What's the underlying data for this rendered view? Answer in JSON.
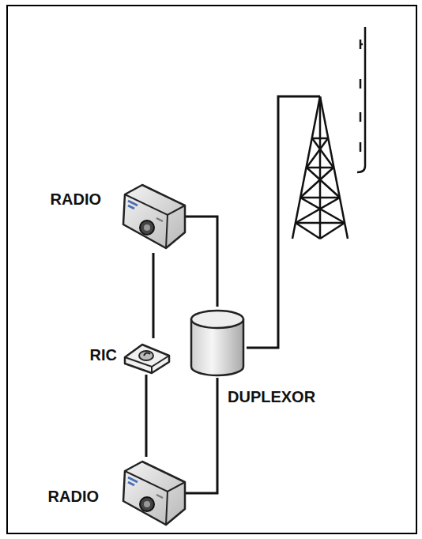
{
  "diagram": {
    "nodes": [
      {
        "text": [
          "RADIO"
        ]
      },
      {
        "text": [
          "RIC"
        ]
      },
      {
        "text": [
          "DUPLEXOR"
        ]
      },
      {
        "text": [
          "RADIO"
        ]
      }
    ],
    "edges": [
      {
        "from": 0,
        "to": 2,
        "arrow": "none"
      },
      {
        "from": 0,
        "to": 1,
        "arrow": "none"
      },
      {
        "from": 1,
        "to": 3,
        "arrow": "none"
      },
      {
        "from": 3,
        "to": 2,
        "arrow": "none"
      }
    ]
  }
}
